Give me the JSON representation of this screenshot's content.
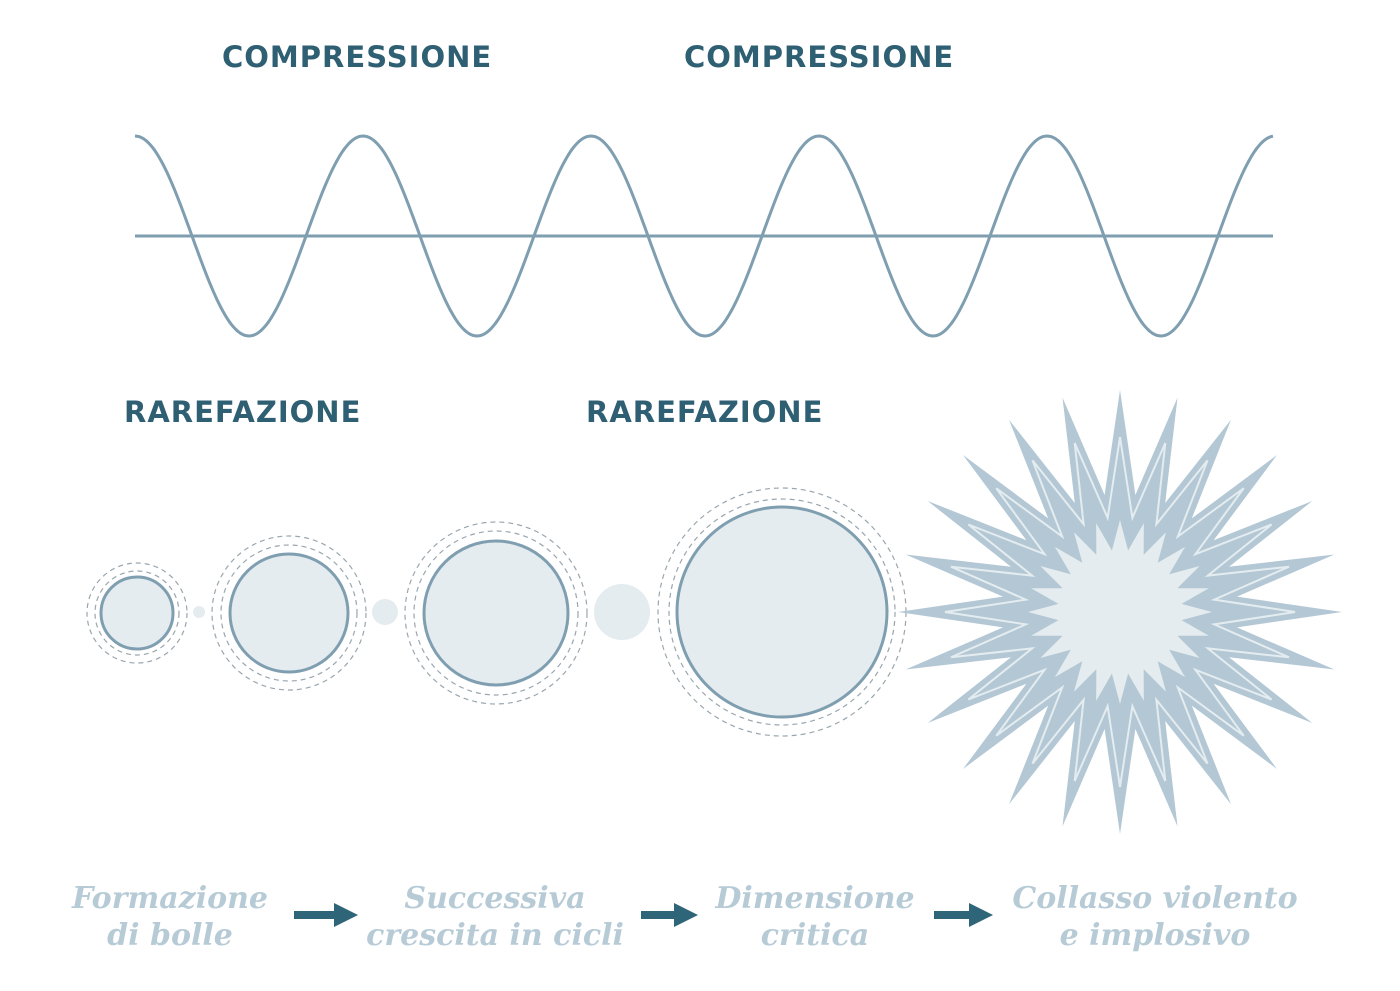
{
  "labels": {
    "compression": "COMPRESSIONE",
    "rarefaction": "RAREFAZIONE"
  },
  "steps": [
    {
      "line1": "Formazione",
      "line2": "di bolle"
    },
    {
      "line1": "Successiva",
      "line2": "crescita in cicli"
    },
    {
      "line1": "Dimensione",
      "line2": "critica"
    },
    {
      "line1": "Collasso violento",
      "line2": "e implosivo"
    }
  ],
  "colors": {
    "label": "#2e5f73",
    "wave": "#7f9fb1",
    "bubble_fill": "#e4ecf0",
    "bubble_stroke": "#7f9fb1",
    "dashed_ring": "#9aa6ae",
    "burst": "#b3c8d4",
    "step_text": "#b7cbd6",
    "arrow": "#2e6579"
  }
}
